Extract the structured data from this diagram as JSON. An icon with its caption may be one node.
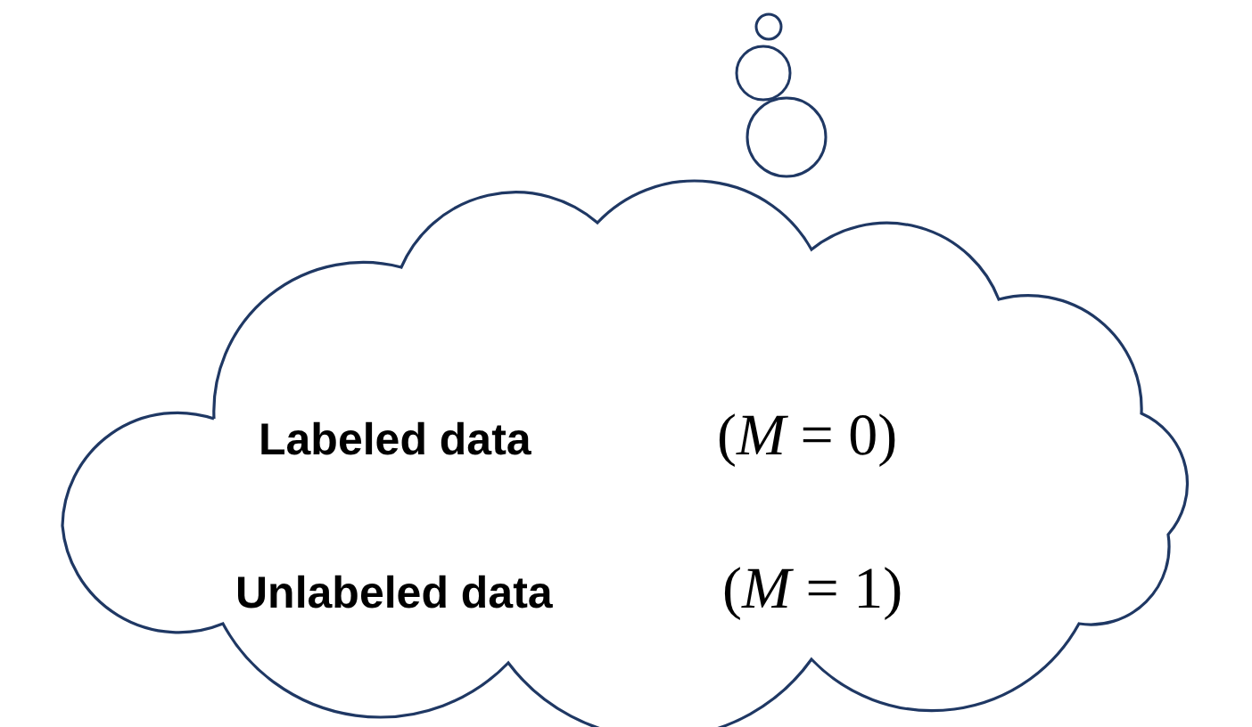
{
  "diagram": {
    "nodes": [
      {
        "text": [
          "Labeled data",
          "(*M* = 0)",
          "Unlabeled data",
          "(*M* = 1)"
        ]
      }
    ]
  }
}
